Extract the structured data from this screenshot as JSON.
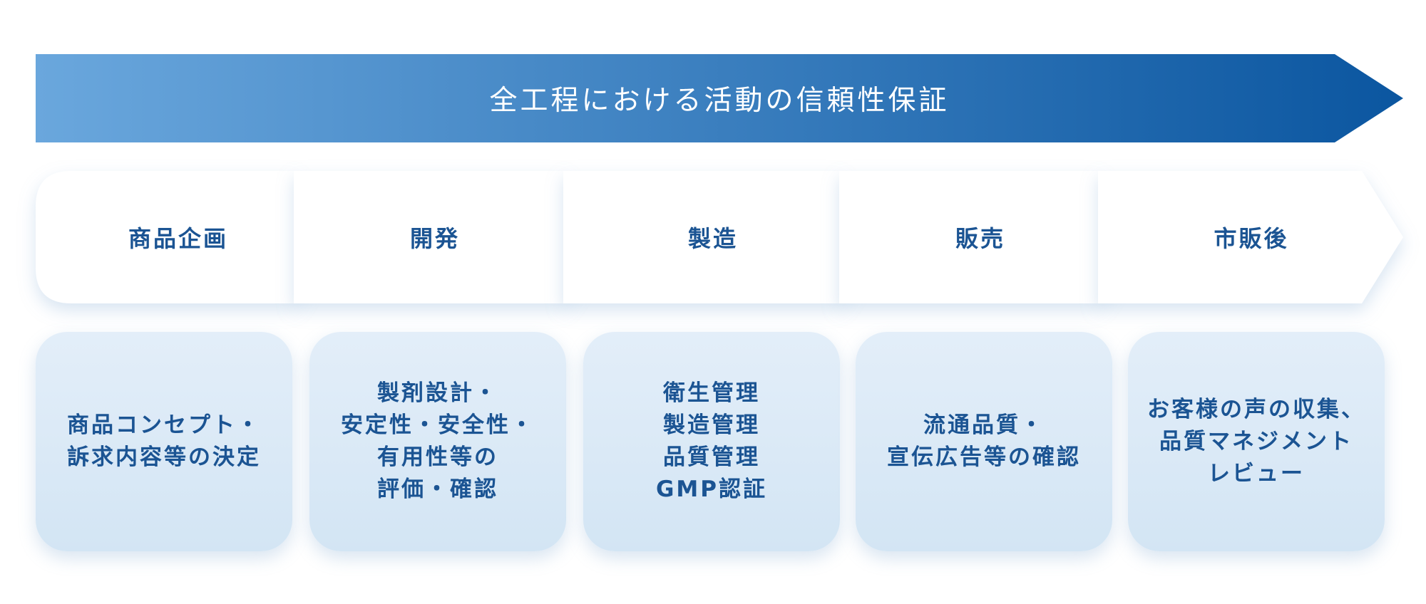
{
  "banner": {
    "title": "全工程における活動の信頼性保証",
    "color_start": "#6aa7dd",
    "color_end": "#0b56a0"
  },
  "steps": [
    {
      "label": "商品企画"
    },
    {
      "label": "開発"
    },
    {
      "label": "製造"
    },
    {
      "label": "販売"
    },
    {
      "label": "市販後"
    }
  ],
  "cards": [
    {
      "lines": [
        "商品コンセプト・",
        "訴求内容等の決定"
      ]
    },
    {
      "lines": [
        "製剤設計・",
        "安定性・安全性・",
        "有用性等の",
        "評価・確認"
      ]
    },
    {
      "lines": [
        "衛生管理",
        "製造管理",
        "品質管理",
        "GMP認証"
      ]
    },
    {
      "lines": [
        "流通品質・",
        "宣伝広告等の確認"
      ]
    },
    {
      "lines": [
        "お客様の声の収集、",
        "品質マネジメント",
        "レビュー"
      ]
    }
  ],
  "colors": {
    "text": "#1b5493",
    "card_top": "#e3eef9",
    "card_bottom": "#d3e5f4",
    "step_fill": "#ffffff"
  }
}
